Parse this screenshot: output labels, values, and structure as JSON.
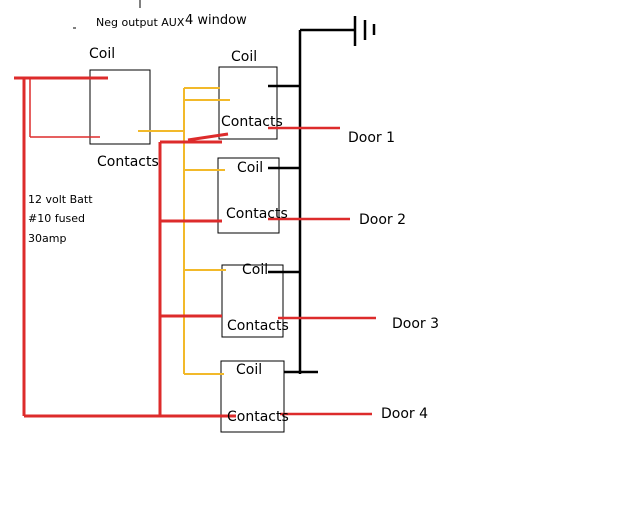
{
  "labels": {
    "neg_output": "Neg output AUX",
    "window": "4 window",
    "coil": "Coil",
    "contacts": "Contacts",
    "batt_line1": "12 volt Batt",
    "batt_line2": "#10 fused",
    "batt_line3": "30amp"
  },
  "doors": [
    "Door 1",
    "Door 2",
    "Door 3",
    "Door 4"
  ],
  "colors": {
    "power": "#dd2b2b",
    "signal": "#f2b92a",
    "ground": "#000000",
    "box": "#000000"
  }
}
